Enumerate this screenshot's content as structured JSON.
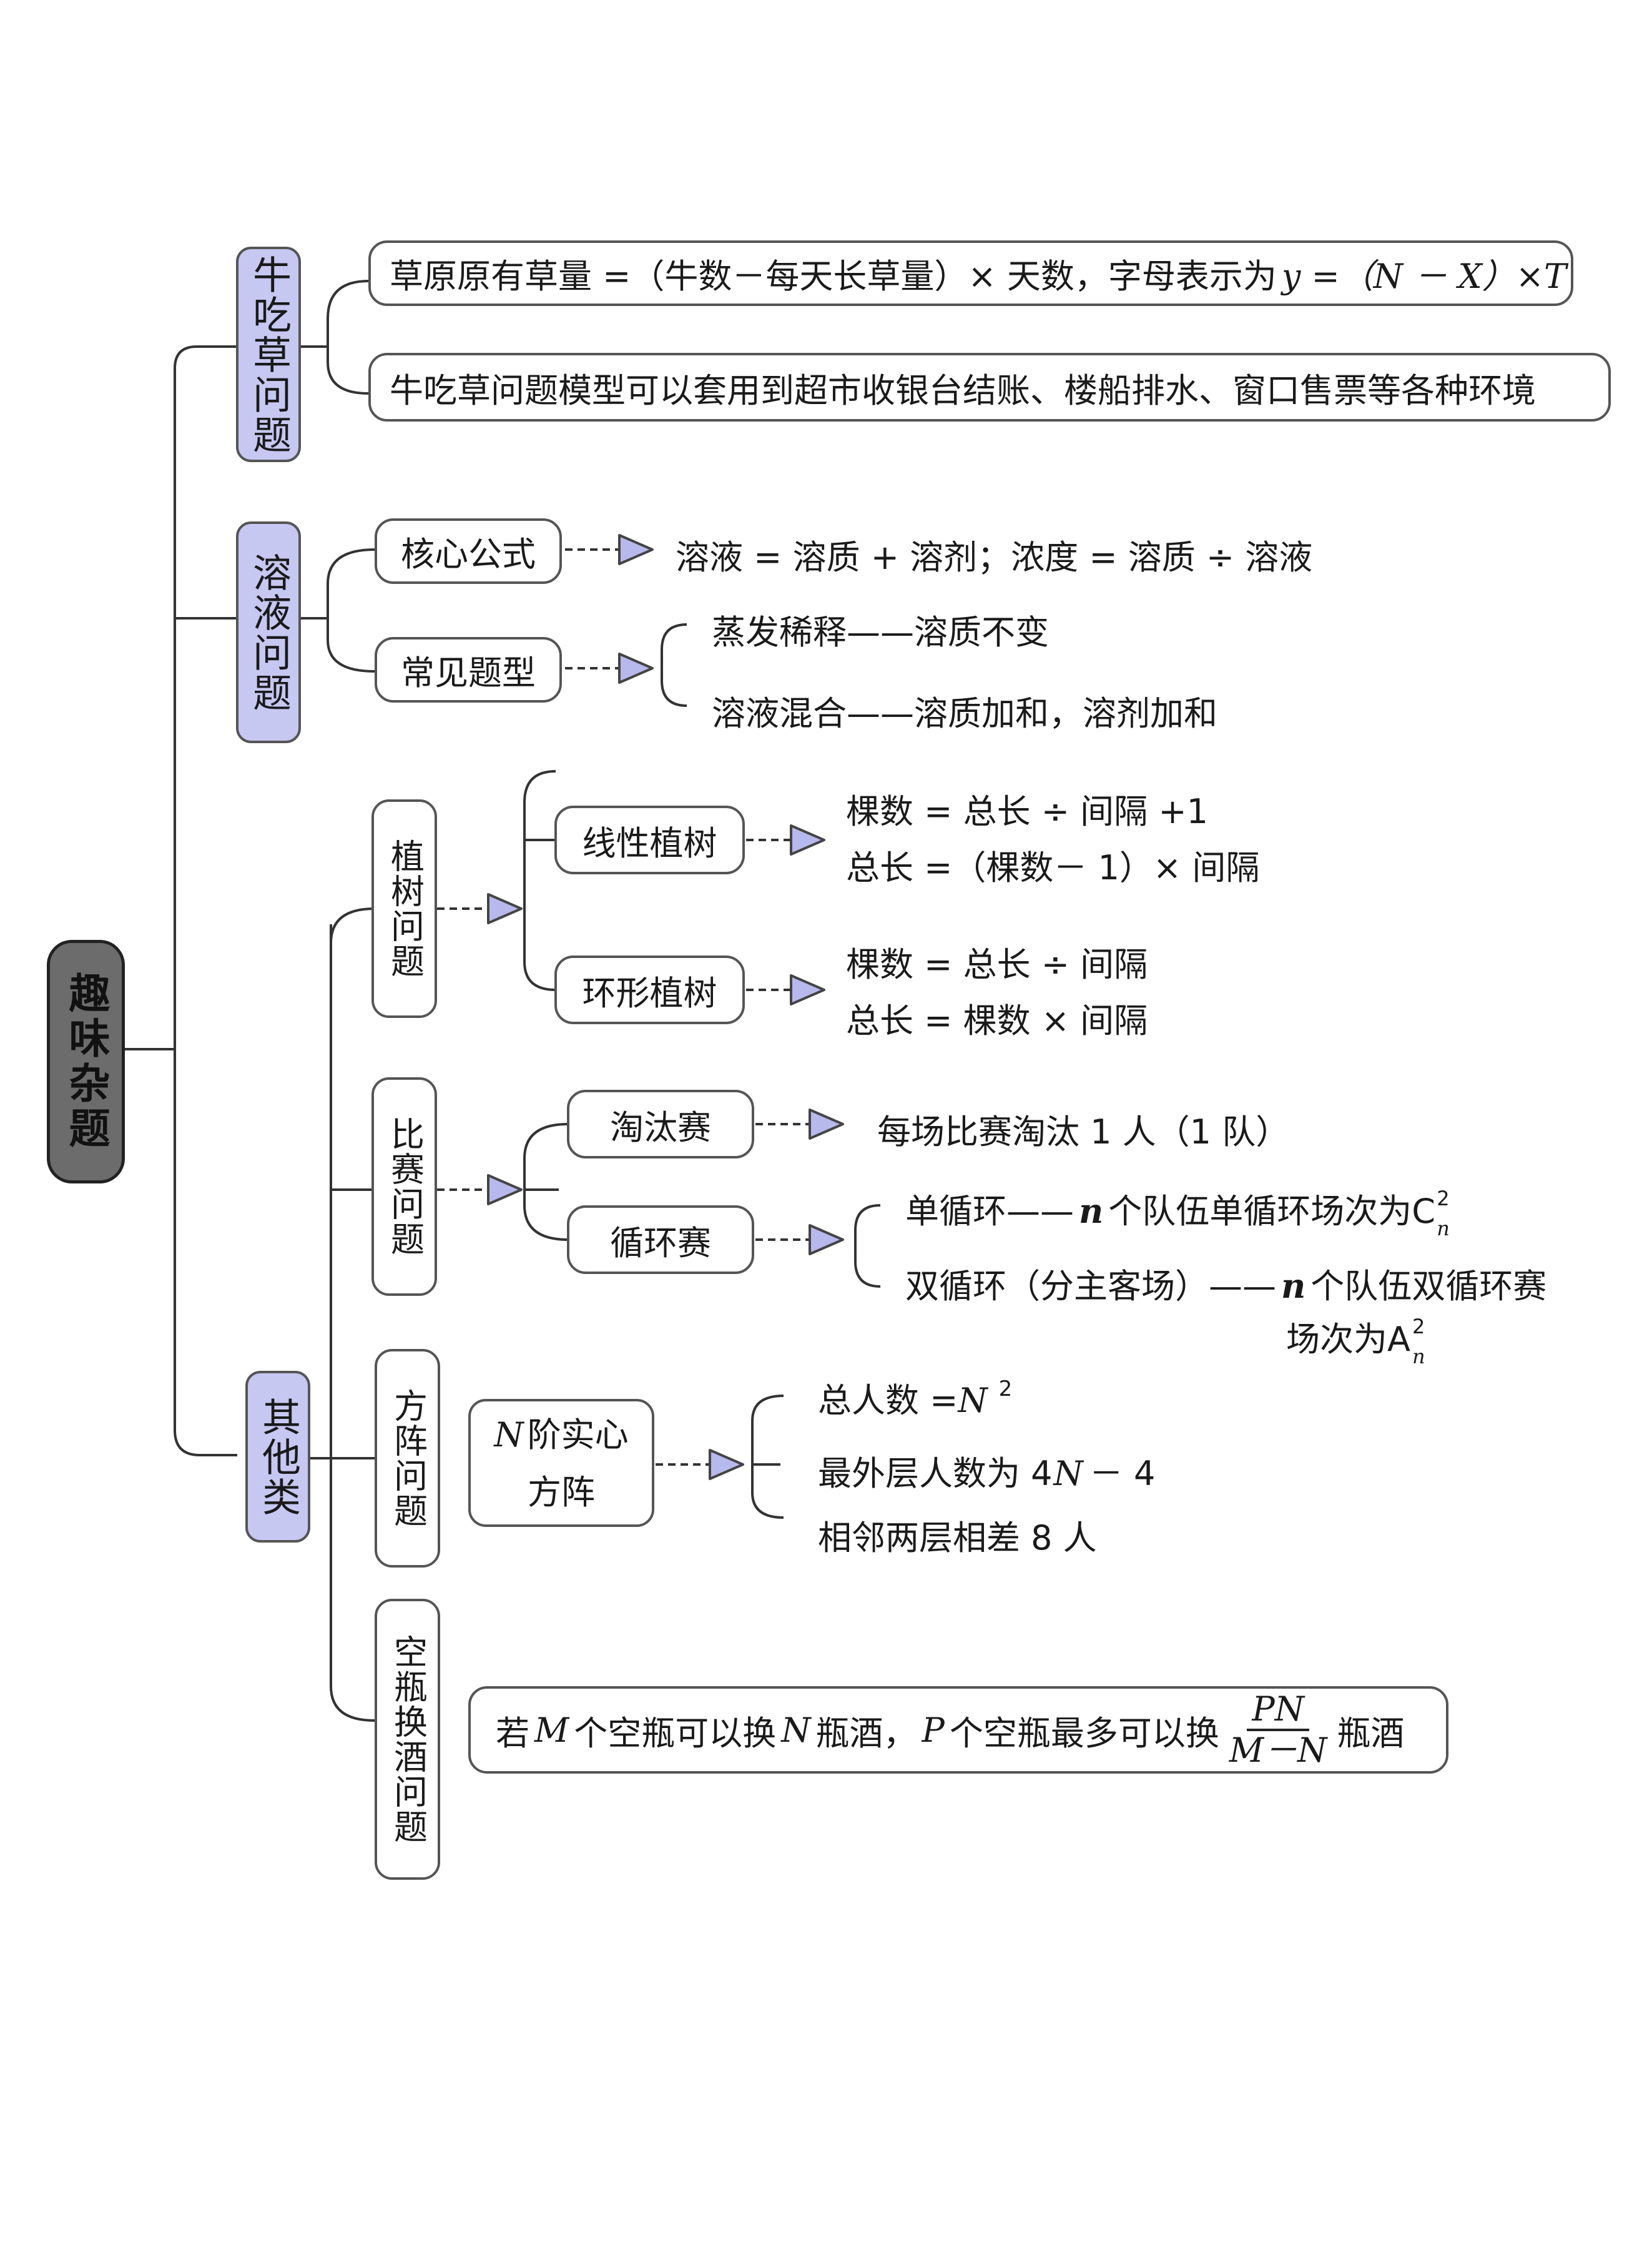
{
  "root": {
    "title": "趣味杂题"
  },
  "colors": {
    "category_fill": "#c6c8f2",
    "root_fill": "#6c6c6c",
    "arrow_fill": "#b7b9ec",
    "line": "#333333"
  },
  "cow": {
    "label": "牛吃草问题",
    "formula_text": "草原原有草量 =（牛数－每天长草量）× 天数，字母表示为",
    "formula_math": "y =（N － X）×T",
    "note": "牛吃草问题模型可以套用到超市收银台结账、楼船排水、窗口售票等各种环境"
  },
  "solution": {
    "label": "溶液问题",
    "core_label": "核心公式",
    "core_formula": "溶液 = 溶质 + 溶剂；浓度 = 溶质 ÷ 溶液",
    "types_label": "常见题型",
    "type1": "蒸发稀释——溶质不变",
    "type2": "溶液混合——溶质加和，溶剂加和"
  },
  "other": {
    "label": "其他类",
    "tree": {
      "label": "植树问题",
      "linear_label": "线性植树",
      "linear1": "棵数 = 总长 ÷ 间隔 +1",
      "linear2": "总长 =（棵数－ 1）× 间隔",
      "ring_label": "环形植树",
      "ring1": "棵数 = 总长 ÷ 间隔",
      "ring2": "总长 = 棵数 × 间隔"
    },
    "match": {
      "label": "比赛问题",
      "knockout_label": "淘汰赛",
      "knockout_text": "每场比赛淘汰 1 人（1 队）",
      "round_label": "循环赛",
      "single_a": "单循环——",
      "single_n": "n",
      "single_b": "个队伍单循环场次为",
      "single_sym": "C",
      "double_a": "双循环（分主客场）——",
      "double_n": "n",
      "double_b": "个队伍双循环赛",
      "double_c": "场次为",
      "double_sym": "A",
      "sup": "2",
      "sub": "n"
    },
    "square": {
      "label": "方阵问题",
      "box_n": "N",
      "box_line1": "阶实心",
      "box_line2": "方阵",
      "total_a": "总人数 =",
      "total_n": "N",
      "total_sup": "2",
      "outer_a": "最外层人数为 4",
      "outer_n": "N",
      "outer_b": "－ 4",
      "adjacent": "相邻两层相差 8 人"
    },
    "bottle": {
      "label": "空瓶换酒问题",
      "t1": "若",
      "m1": "M",
      "t2": "个空瓶可以换",
      "m2": "N",
      "t3": "瓶酒，",
      "m3": "P",
      "t4": "个空瓶最多可以换",
      "frac_num": "PN",
      "frac_den": "M－N",
      "t5": "瓶酒"
    }
  }
}
